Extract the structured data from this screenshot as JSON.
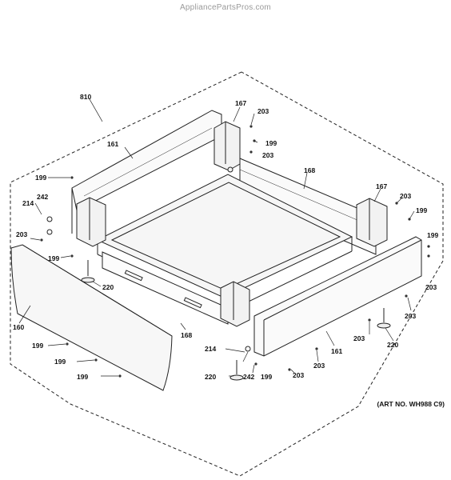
{
  "header": {
    "site": "AppliancePartsPros.com"
  },
  "art_number": "(ART NO. WH988 C9)",
  "labels": {
    "l810": "810",
    "l161a": "161",
    "l161b": "161",
    "l167a": "167",
    "l167b": "167",
    "l168a": "168",
    "l168b": "168",
    "l160": "160",
    "l242a": "242",
    "l242b": "242",
    "l214a": "214",
    "l214b": "214",
    "l220a": "220",
    "l220b": "220",
    "l220c": "220",
    "l199a": "199",
    "l199b": "199",
    "l199c": "199",
    "l199d": "199",
    "l199e": "199",
    "l199f": "199",
    "l199g": "199",
    "l199h": "199",
    "l199i": "199",
    "l203a": "203",
    "l203b": "203",
    "l203c": "203",
    "l203d": "203",
    "l203e": "203",
    "l203f": "203",
    "l203g": "203",
    "l203h": "203",
    "l203i": "203"
  }
}
